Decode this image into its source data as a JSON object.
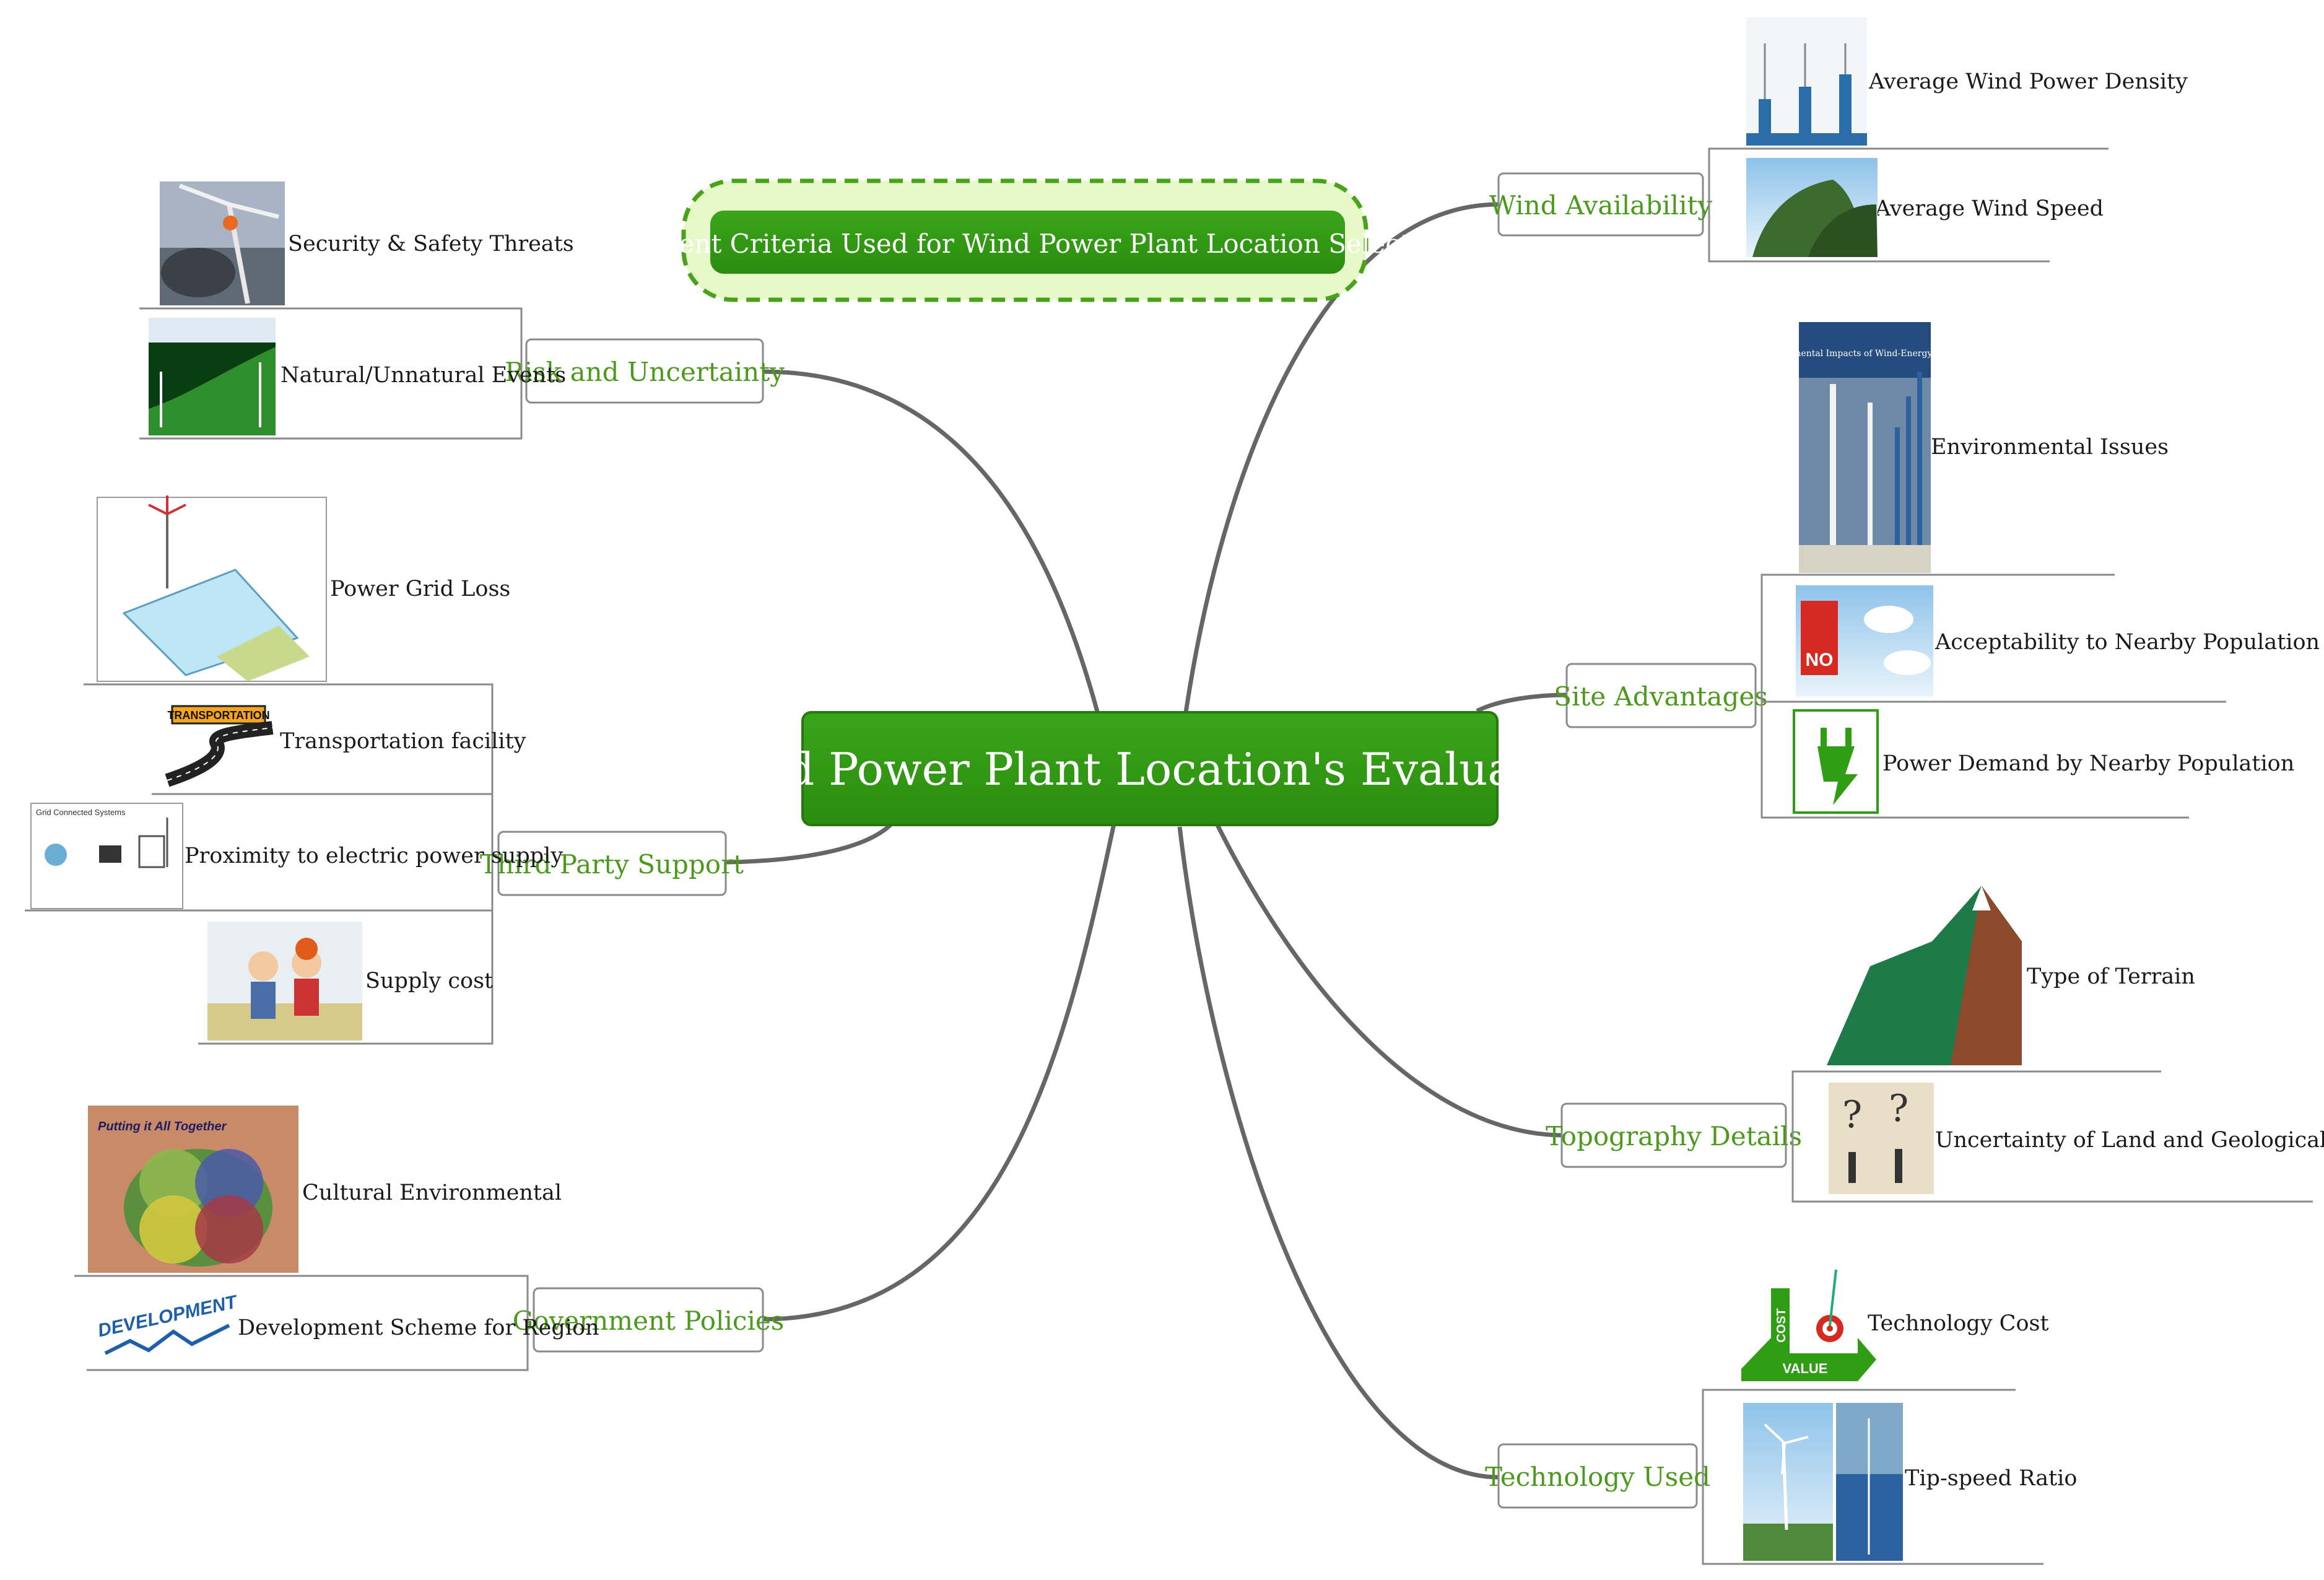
{
  "central": {
    "title": "Wind Power Plant Location's Evaluation"
  },
  "subtitle": {
    "text": "Different Criteria Used for Wind Power Plant Location Selection"
  },
  "categories": {
    "risk": {
      "label": "Risk and Uncertainty",
      "items": [
        "Security & Safety Threats",
        "Natural/Unnatural Events"
      ]
    },
    "third": {
      "label": "Third Party Support",
      "items": [
        "Power Grid Loss",
        "Transportation facility",
        "Proximity to electric power supply",
        "Supply cost"
      ]
    },
    "gov": {
      "label": "Government Policies",
      "items": [
        "Cultural Environmental",
        "Development Scheme for Region"
      ]
    },
    "wind": {
      "label": "Wind Availability",
      "items": [
        "Average Wind Power Density",
        "Average Wind Speed"
      ]
    },
    "site": {
      "label": "Site Advantages",
      "items": [
        "Environmental Issues",
        "Acceptability to Nearby Population",
        "Power Demand by Nearby Population"
      ]
    },
    "topo": {
      "label": "Topography Details",
      "items": [
        "Type of Terrain",
        "Uncertainty of Land and Geological Suitability"
      ]
    },
    "tech": {
      "label": "Technology Used",
      "items": [
        "Technology Cost",
        "Tip-speed Ratio"
      ]
    }
  },
  "image_text": {
    "transportation_sign": "TRANSPORTATION",
    "no_sign": "NO",
    "development_banner": "DEVELOPMENT",
    "value_arrow": "VALUE",
    "cost_arrow": "COST",
    "env_book_title": "Environmental Impacts of Wind-Energy Projects",
    "venn_title": "Putting it All Together",
    "grid_diagram_title": "Grid Connected Systems"
  },
  "colors": {
    "accent_green": "#2f9e14",
    "category_text": "#4c9a1d",
    "connector": "#666666"
  }
}
